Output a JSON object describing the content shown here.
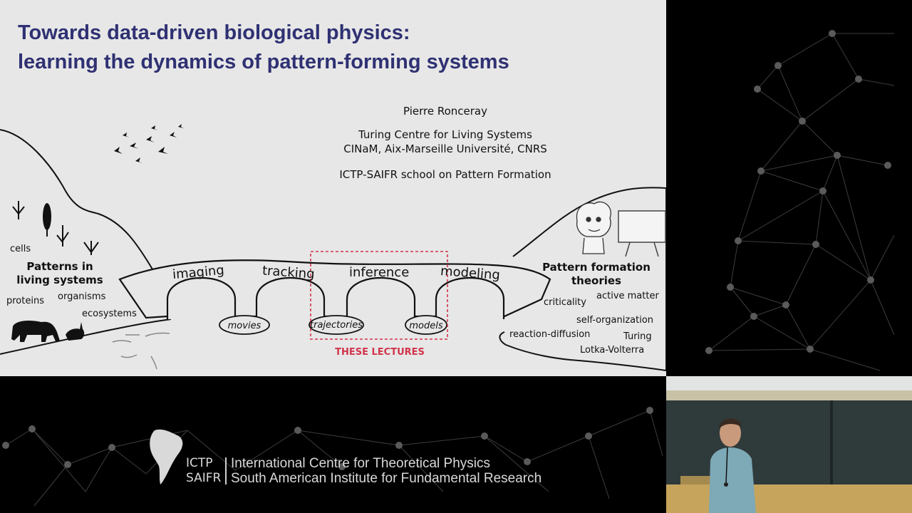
{
  "slide": {
    "title_line1": "Towards data-driven biological physics:",
    "title_line2": "learning the dynamics of pattern-forming systems",
    "author": "Pierre Ronceray",
    "affiliation_line1": "Turing Centre for Living Systems",
    "affiliation_line2": "CINaM, Aix-Marseille Université, CNRS",
    "event": "ICTP-SAIFR school on Pattern Formation",
    "left_heading_line1": "Patterns in",
    "left_heading_line2": "living systems",
    "left_labels": [
      "cells",
      "proteins",
      "organisms",
      "ecosystems"
    ],
    "arch_labels": [
      "imaging",
      "tracking",
      "inference",
      "modeling"
    ],
    "pillar_labels": [
      "movies",
      "trajectories",
      "models"
    ],
    "highlight_label": "THESE LECTURES",
    "right_heading_line1": "Pattern formation",
    "right_heading_line2": "theories",
    "right_labels": [
      "criticality",
      "active matter",
      "self-organization",
      "reaction-diffusion",
      "Turing",
      "Lotka-Volterra"
    ],
    "highlight_color": "#d1344b",
    "title_color": "#2f3173"
  },
  "logo": {
    "short_line1": "ICTP",
    "short_line2": "SAIFR",
    "long_line1": "International Centre for Theoretical Physics",
    "long_line2": "South American Institute for Fundamental Research"
  }
}
